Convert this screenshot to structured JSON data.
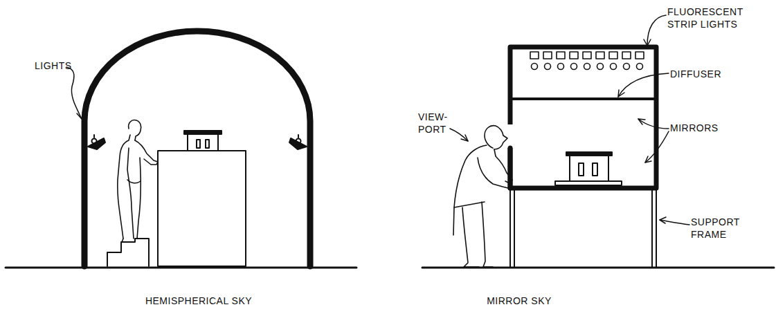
{
  "diagram": {
    "labels": [
      "LIGHTS",
      "HEMISPHERICAL SKY",
      "FLUORESCENT STRIP LIGHTS",
      "DIFFUSER",
      "VIEW-PORT",
      "MIRRORS",
      "SUPPORT FRAME",
      "MIRROR SKY"
    ]
  }
}
